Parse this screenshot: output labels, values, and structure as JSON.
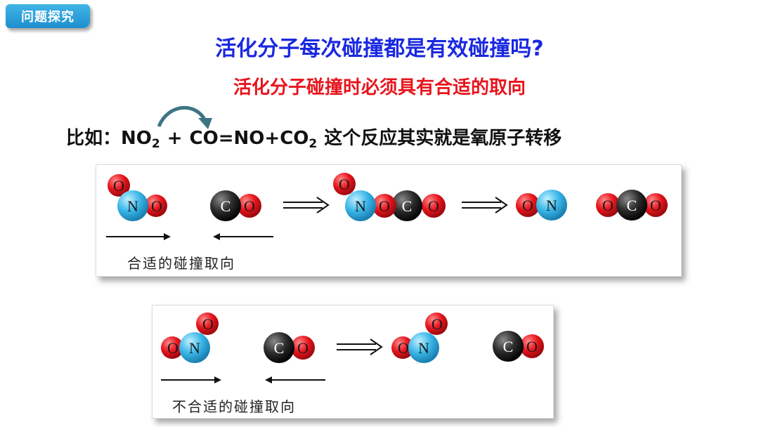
{
  "badge": {
    "label": "问题探究"
  },
  "title": "活化分子每次碰撞都是有效碰撞吗?",
  "subtitle": "活化分子碰撞时必须具有合适的取向",
  "example": {
    "prefix": "比如：",
    "reactant1": "NO",
    "reactant1_sub": "2",
    "plus": "+",
    "reactant2": "CO",
    "equals": "=",
    "product1": "NO",
    "plus2": "+",
    "product2": "CO",
    "product2_sub": "2",
    "suffix": "这个反应其实就是氧原子转移"
  },
  "panel_top": {
    "caption": "合适的碰撞取向"
  },
  "panel_bottom": {
    "caption": "不合适的碰撞取向"
  },
  "atoms": {
    "oxygen": "O",
    "nitrogen": "N",
    "carbon": "C"
  },
  "colors": {
    "badge": "#2a9fd8",
    "title": "#1a28e0",
    "subtitle": "#e8141c",
    "oxygen": "#e8141c",
    "nitrogen": "#39b6e8",
    "carbon": "#2b2b2b",
    "arc_arrow": "#3e7585"
  }
}
